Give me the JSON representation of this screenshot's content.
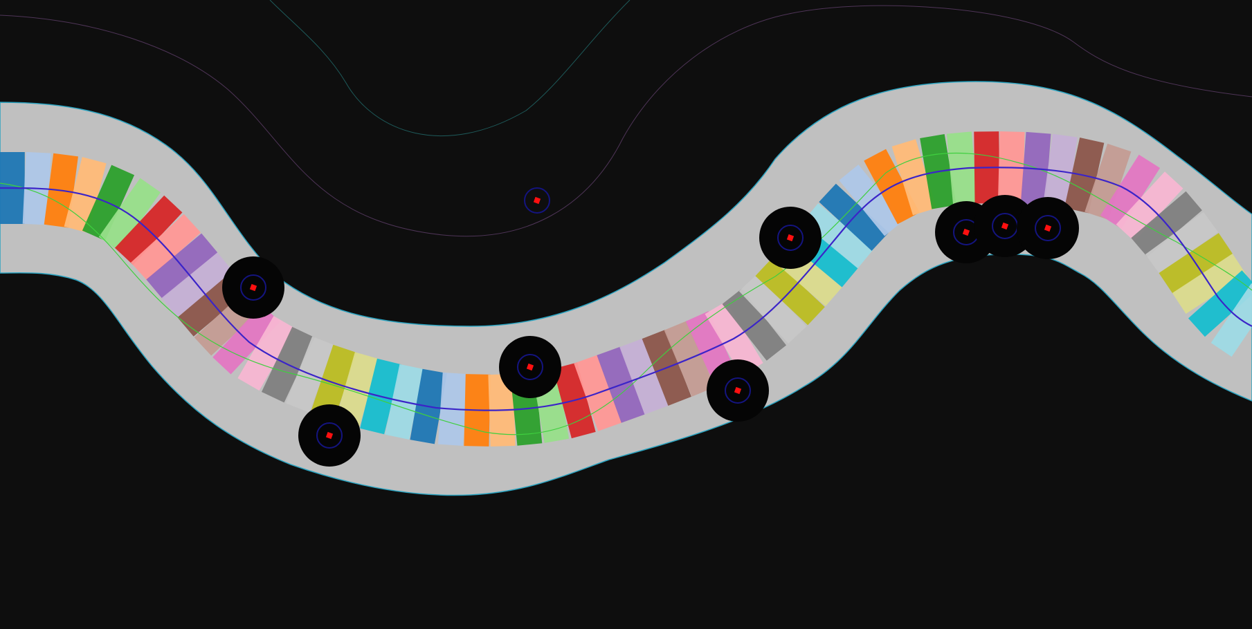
{
  "colors": {
    "background": "#0e0e0e",
    "corridor_fill": "#c0c0c0",
    "corridor_edge": "#2aa3c0",
    "contour_teal": "#1e5b5b",
    "contour_purple": "#4f3558",
    "planned_path": "#3b24c8",
    "reference_path": "#3fcf3f",
    "obstacle_fill": "#050505",
    "obstacle_ring": "#141480",
    "obstacle_center": "#ff1010",
    "footprint_palette": [
      "#1f77b4",
      "#aec7e8",
      "#ff7f0e",
      "#ffbb78",
      "#2ca02c",
      "#98df8a",
      "#d62728",
      "#ff9896",
      "#9467bd",
      "#c5b0d5",
      "#8c564b",
      "#c49c94",
      "#e377c2",
      "#f7b6d2",
      "#7f7f7f",
      "#c7c7c7",
      "#bcbd22",
      "#dbdb8d",
      "#17becf",
      "#9edae5"
    ]
  },
  "obstacles": [
    {
      "id": "free-marker",
      "kind": "goal-marker",
      "label": ""
    },
    {
      "id": "obstacle-1",
      "kind": "disc",
      "label": ""
    },
    {
      "id": "obstacle-2",
      "kind": "disc",
      "label": ""
    },
    {
      "id": "obstacle-3",
      "kind": "disc",
      "label": ""
    },
    {
      "id": "obstacle-4",
      "kind": "disc",
      "label": ""
    },
    {
      "id": "obstacle-5",
      "kind": "disc",
      "label": ""
    },
    {
      "id": "obstacle-6",
      "kind": "disc",
      "label": ""
    },
    {
      "id": "obstacle-7",
      "kind": "disc",
      "label": ""
    },
    {
      "id": "obstacle-8",
      "kind": "disc",
      "label": ""
    }
  ],
  "footprints": {
    "count": 60,
    "description_visible": false
  }
}
